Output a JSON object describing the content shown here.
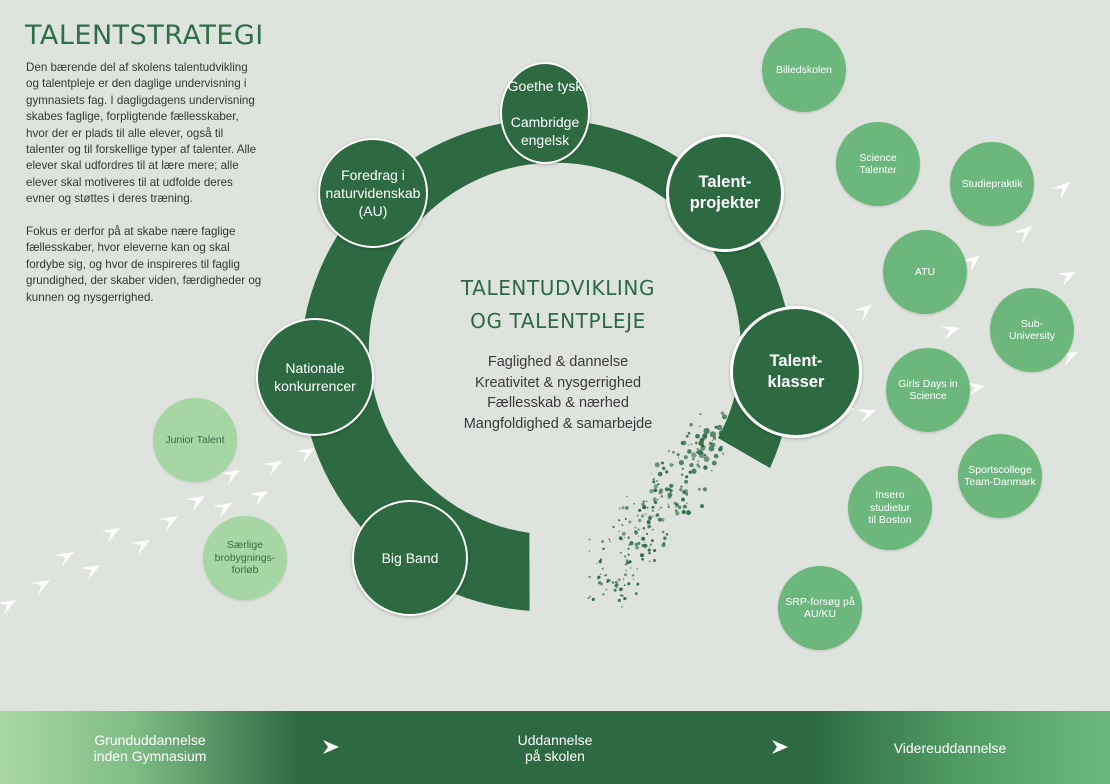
{
  "title": "TALENTSTRATEGI",
  "intro": {
    "paragraph1": "Den bærende del af skolens talentudvikling og talentpleje er den daglige undervisning i gymnasiets fag. I dagligdagens undervisning skabes faglige, forpligtende fællesskaber, hvor der er plads til alle elever, også til talenter og til forskellige typer af talenter. Alle elever skal udfordres til at lære mere; alle elever skal motiveres til at udfolde deres evner og støttes i deres træning.",
    "paragraph2": "Fokus er derfor på at skabe nære faglige fællesskaber, hvor eleverne kan og skal fordybe sig, og hvor de inspireres til faglig grundighed, der skaber viden, færdigheder og kunnen og nysgerrighed."
  },
  "center": {
    "title": "TALENTUDVIKLING\nOG TALENTPLEJE",
    "values": [
      "Faglighed & dannelse",
      "Kreativitet & nysgerrighed",
      "Fællesskab & nærhed",
      "Mangfoldighed & samarbejde"
    ]
  },
  "ring_nodes": [
    {
      "id": "goethe",
      "label": "Goethe tysk\n\nCambridge\nengelsk"
    },
    {
      "id": "foredrag",
      "label": "Foredrag i\nnaturvidenskab\n(AU)"
    },
    {
      "id": "talentprojekter",
      "label": "Talent-\nprojekter"
    },
    {
      "id": "talentklasser",
      "label": "Talent-\nklasser"
    },
    {
      "id": "nationale",
      "label": "Nationale\nkonkurrencer"
    },
    {
      "id": "bigband",
      "label": "Big Band"
    }
  ],
  "entry_nodes": [
    {
      "id": "junior",
      "label": "Junior Talent"
    },
    {
      "id": "saerlige",
      "label": "Særlige\nbrobygnings-\nforløb"
    }
  ],
  "exit_nodes": [
    {
      "id": "billedskolen",
      "label": "Billedskolen"
    },
    {
      "id": "science",
      "label": "Science\nTalenter"
    },
    {
      "id": "studiepraktik",
      "label": "Studiepraktik"
    },
    {
      "id": "atu",
      "label": "ATU"
    },
    {
      "id": "sub",
      "label": "Sub-\nUniversity"
    },
    {
      "id": "girls",
      "label": "Girls Days in\nScience"
    },
    {
      "id": "sports",
      "label": "Sportscollege\nTeam-Danmark"
    },
    {
      "id": "insero",
      "label": "Insero\nstudietur\ntil Boston"
    },
    {
      "id": "srp",
      "label": "SRP-forsøg på\nAU/KU"
    }
  ],
  "stages": [
    "Grunduddannelse\ninden Gymnasium",
    "Uddannelse\npå skolen",
    "Videreuddannelse"
  ],
  "colors": {
    "dark_green": "#2d6a42",
    "mid_green": "#6cb87c",
    "light_green": "#a6d6a4",
    "background": "#dfe3dd",
    "title_green": "#2f6f45"
  }
}
